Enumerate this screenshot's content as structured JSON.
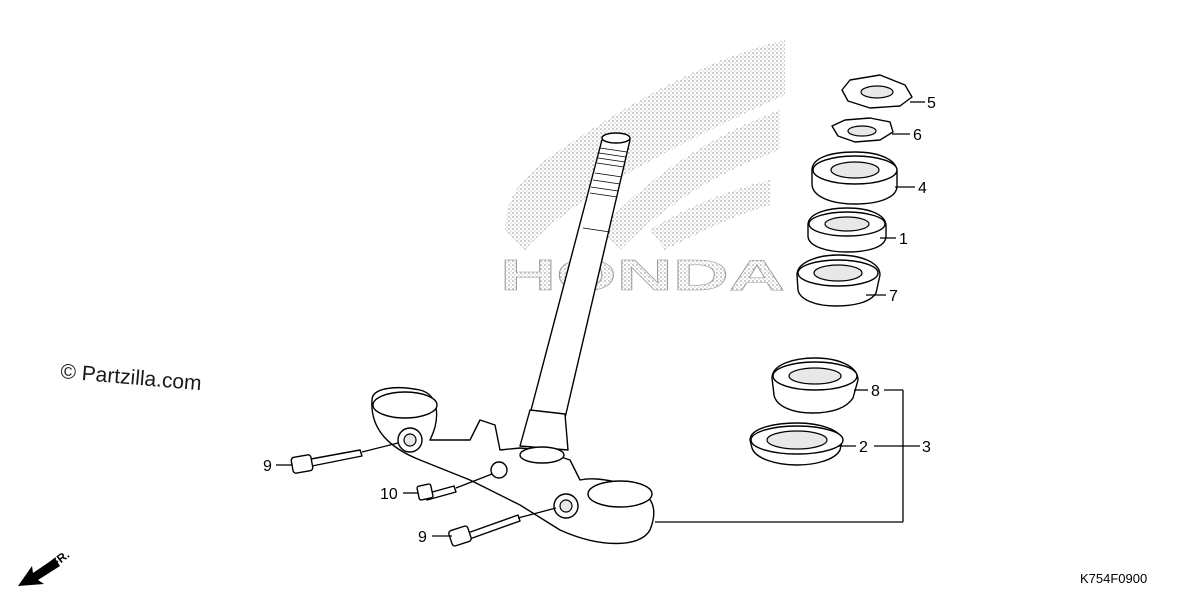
{
  "watermark": "© Partzilla.com",
  "diagram_code": "K754F0900",
  "direction_label": "FR.",
  "brand_text": "HONDA",
  "callouts": {
    "c5": "5",
    "c6": "6",
    "c4": "4",
    "c1": "1",
    "c7": "7",
    "c8": "8",
    "c2": "2",
    "c3": "3",
    "c9a": "9",
    "c10": "10",
    "c9b": "9"
  },
  "icons": {
    "logo": "honda-wing-logo-icon",
    "direction": "front-arrow-icon"
  }
}
